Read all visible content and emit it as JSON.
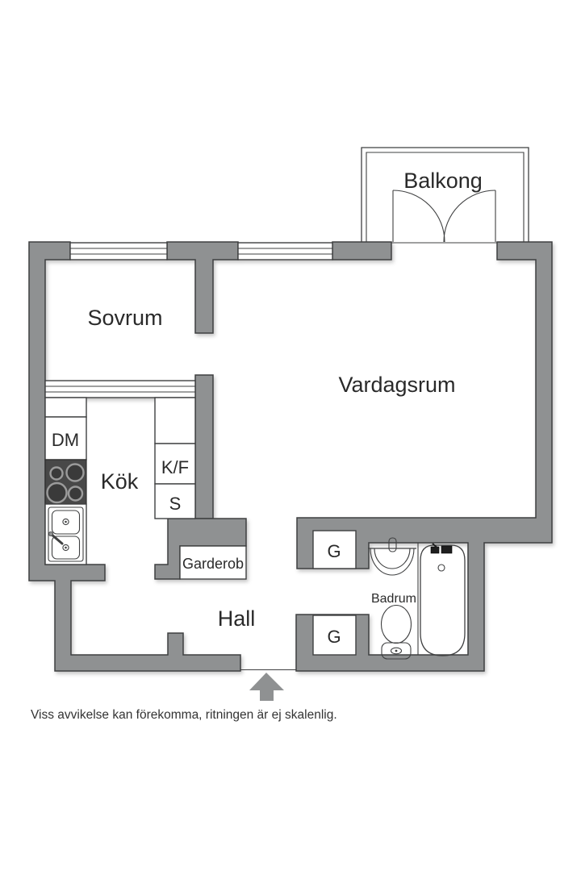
{
  "plan": {
    "type": "apartment-floor-plan",
    "rooms": {
      "balcony": {
        "label": "Balkong"
      },
      "bedroom": {
        "label": "Sovrum"
      },
      "living_room": {
        "label": "Vardagsrum"
      },
      "kitchen": {
        "label": "Kök"
      },
      "hall": {
        "label": "Hall"
      },
      "bathroom": {
        "label": "Badrum"
      },
      "wardrobe": {
        "label": "Garderob"
      }
    },
    "fixtures": {
      "dishwasher": {
        "label": "DM"
      },
      "fridge_freezer": {
        "label": "K/F"
      },
      "pantry": {
        "label": "S"
      },
      "closet_upper": {
        "label": "G"
      },
      "closet_lower": {
        "label": "G"
      }
    },
    "colors": {
      "wall": "#8f9192",
      "outline": "#3f4041",
      "background": "#ffffff",
      "text": "#2a2a2a",
      "stove": "#484848"
    }
  },
  "footer": {
    "disclaimer": "Viss avvikelse kan förekomma, ritningen är ej skalenlig."
  }
}
